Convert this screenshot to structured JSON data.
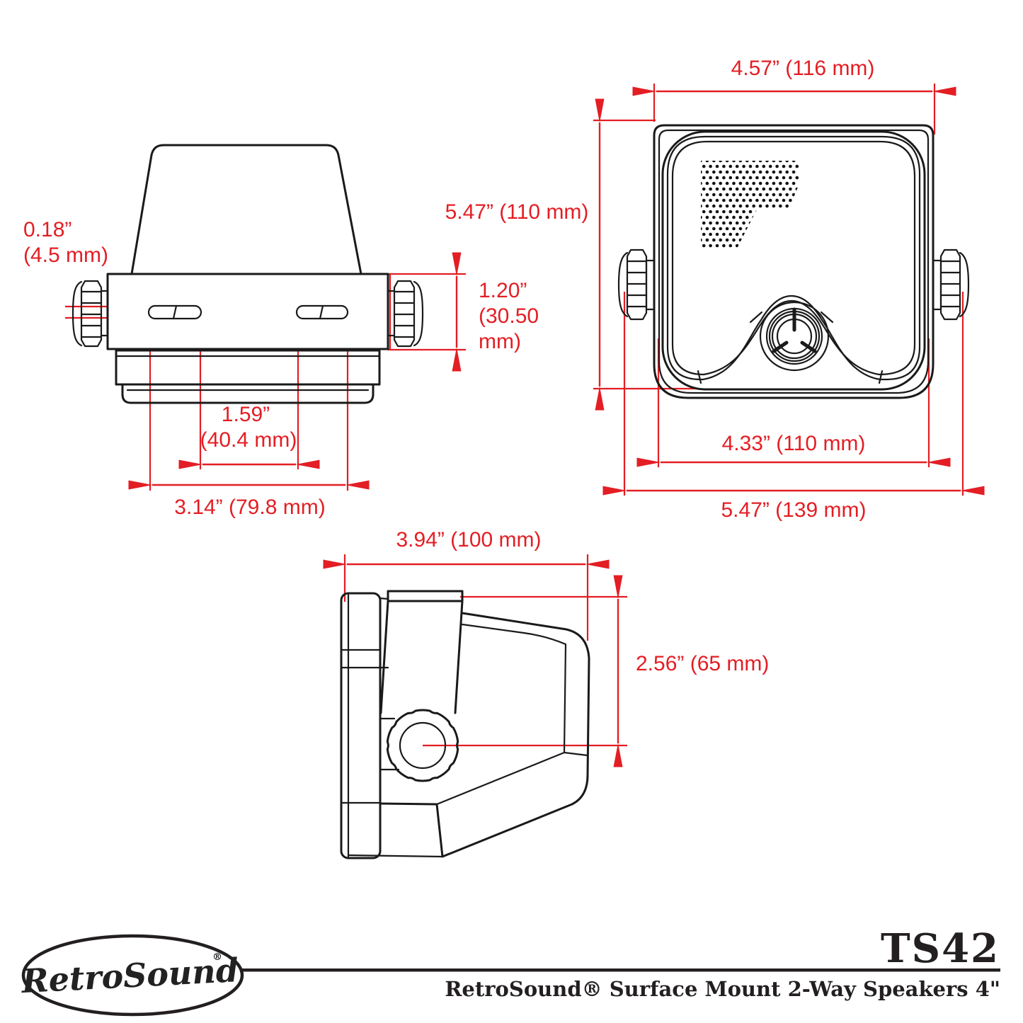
{
  "colors": {
    "dimension_red": "#e31e24",
    "line_black": "#1a1a1a"
  },
  "dims": {
    "top": {
      "slot_height_in": "0.18”",
      "slot_height_mm": "(4.5 mm)",
      "bar_height_in": "1.20”",
      "bar_height_mm1": "(30.50",
      "bar_height_mm2": "mm)",
      "slot_inner_in": "1.59”",
      "slot_inner_mm": "(40.4 mm)",
      "slot_outer": "3.14” (79.8 mm)"
    },
    "front": {
      "top_width": "4.57” (116 mm)",
      "height": "5.47” (110 mm)",
      "inner_width": "4.33” (110 mm)",
      "full_width": "5.47” (139 mm)"
    },
    "side": {
      "depth": "3.94” (100 mm)",
      "height": "2.56” (65 mm)"
    }
  },
  "footer": {
    "brand": "RetroSound",
    "reg": "®",
    "model": "TS42",
    "subtitle": "RetroSound® Surface Mount 2-Way Speakers 4\""
  }
}
